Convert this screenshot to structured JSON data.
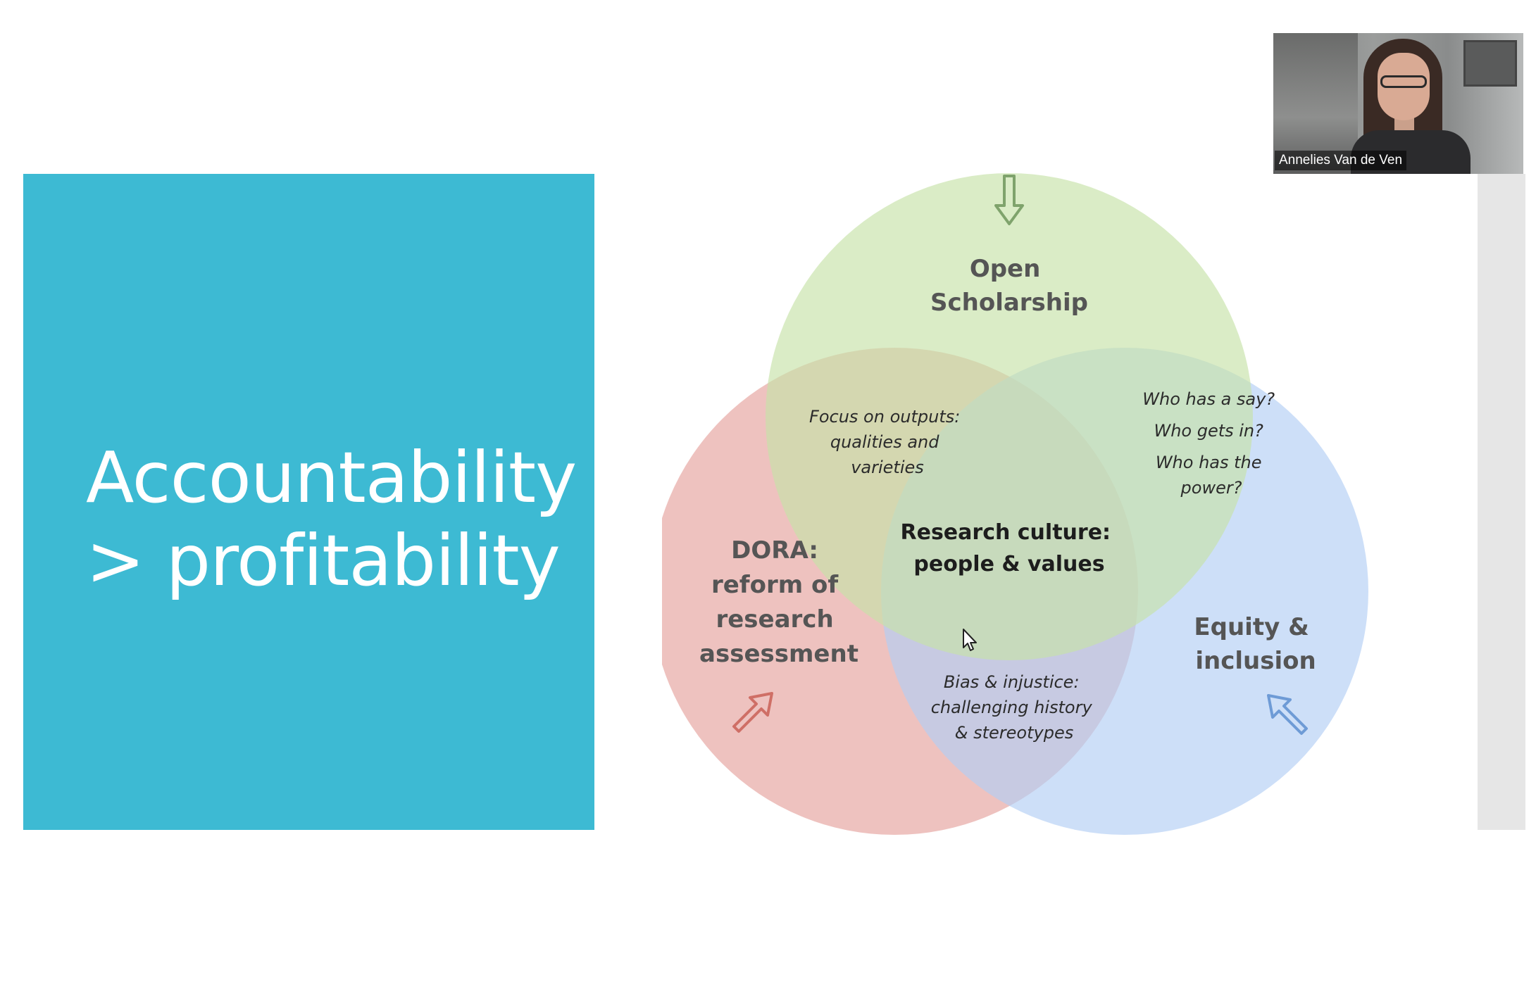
{
  "slide": {
    "title_line1": "Accountability",
    "title_line2": "> profitability"
  },
  "venn": {
    "circle_top": {
      "label_line1": "Open",
      "label_line2": "Scholarship",
      "color": "#c7e2a9"
    },
    "circle_left": {
      "label_line1": "DORA:",
      "label_line2": "reform of",
      "label_line3": "research",
      "label_line4": "assessment",
      "color": "#e8aaa6"
    },
    "circle_right": {
      "label_line1": "Equity &",
      "label_line2": "inclusion",
      "color": "#b3cff5"
    },
    "overlap_top_left": {
      "line1": "Focus on outputs:",
      "line2": "qualities and",
      "line3": "varieties"
    },
    "overlap_top_right": {
      "line1": "Who has a say?",
      "line2": "Who gets in?",
      "line3": "Who has the",
      "line4": "power?"
    },
    "overlap_bottom": {
      "line1": "Bias & injustice:",
      "line2": "challenging history",
      "line3": "& stereotypes"
    },
    "center": {
      "line1": "Research culture:",
      "line2": "people & values"
    },
    "arrow_colors": {
      "top": "#7fa36c",
      "left": "#cf6f66",
      "right": "#6e9bd6"
    }
  },
  "video": {
    "participant_name": "Annelies Van de Ven"
  }
}
